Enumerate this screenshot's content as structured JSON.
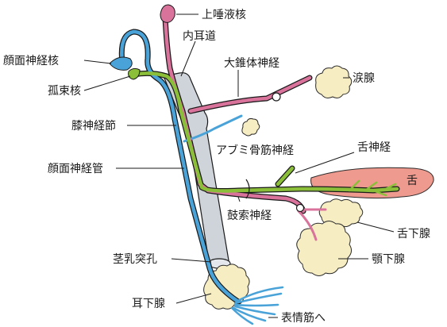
{
  "labels": {
    "superior_salivatory_nucleus": "上唾液核",
    "internal_acoustic_meatus": "内耳道",
    "facial_nucleus": "顔面神経核",
    "greater_petrosal_nerve": "大錐体神経",
    "lacrimal_gland": "涙腺",
    "solitary_nucleus": "孤束核",
    "geniculate_ganglion": "膝神経節",
    "stapedius_nerve": "アブミ骨筋神経",
    "lingual_nerve": "舌神経",
    "facial_canal": "顔面神経管",
    "tongue": "舌",
    "chorda_tympani": "鼓索神経",
    "sublingual_gland": "舌下腺",
    "submandibular_gland": "顎下腺",
    "stylomastoid_foramen": "茎乳突孔",
    "parotid_gland": "耳下腺",
    "to_facial_muscles": "表情筋へ"
  },
  "colors": {
    "motor_fibers": "#4aa3d8",
    "parasympathetic_fibers": "#d9739b",
    "sensory_fibers": "#8bbf3a",
    "gland": "#f7edc2",
    "tongue": "#ee9a8e",
    "canal": "#cfd4da"
  }
}
